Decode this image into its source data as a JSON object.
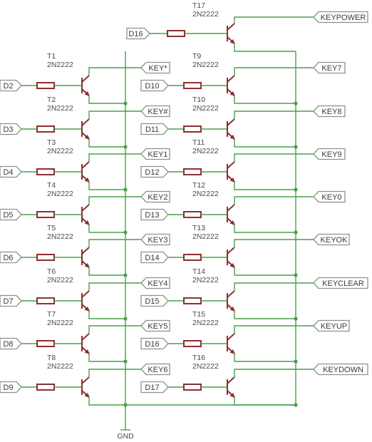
{
  "rows": [
    {
      "left": {
        "input": "D2",
        "transistor": "T1",
        "type": "2N2222",
        "key": "KEY*"
      },
      "right": {
        "input": "D10",
        "transistor": "T9",
        "type": "2N2222",
        "key": "KEY7"
      }
    },
    {
      "left": {
        "input": "D3",
        "transistor": "T2",
        "type": "2N2222",
        "key": "KEY#"
      },
      "right": {
        "input": "D11",
        "transistor": "T10",
        "type": "2N2222",
        "key": "KEY8"
      }
    },
    {
      "left": {
        "input": "D4",
        "transistor": "T3",
        "type": "2N2222",
        "key": "KEY1"
      },
      "right": {
        "input": "D12",
        "transistor": "T11",
        "type": "2N2222",
        "key": "KEY9"
      }
    },
    {
      "left": {
        "input": "D5",
        "transistor": "T4",
        "type": "2N2222",
        "key": "KEY2"
      },
      "right": {
        "input": "D13",
        "transistor": "T12",
        "type": "2N2222",
        "key": "KEY0"
      }
    },
    {
      "left": {
        "input": "D6",
        "transistor": "T5",
        "type": "2N2222",
        "key": "KEY3"
      },
      "right": {
        "input": "D14",
        "transistor": "T13",
        "type": "2N2222",
        "key": "KEYOK"
      }
    },
    {
      "left": {
        "input": "D7",
        "transistor": "T6",
        "type": "2N2222",
        "key": "KEY4"
      },
      "right": {
        "input": "D15",
        "transistor": "T14",
        "type": "2N2222",
        "key": "KEYCLEAR"
      }
    },
    {
      "left": {
        "input": "D8",
        "transistor": "T7",
        "type": "2N2222",
        "key": "KEY5"
      },
      "right": {
        "input": "D16",
        "transistor": "T15",
        "type": "2N2222",
        "key": "KEYUP"
      }
    },
    {
      "left": {
        "input": "D9",
        "transistor": "T8",
        "type": "2N2222",
        "key": "KEY6"
      },
      "right": {
        "input": "D17",
        "transistor": "T16",
        "type": "2N2222",
        "key": "KEYDOWN"
      }
    }
  ],
  "power": {
    "input": "D16",
    "transistor": "T17",
    "type": "2N2222",
    "key": "KEYPOWER"
  },
  "ground_label": "GND",
  "colors": {
    "wire": "#49a049",
    "device": "#8c3030",
    "label_border": "#909090",
    "text": "#3a3a3a"
  }
}
